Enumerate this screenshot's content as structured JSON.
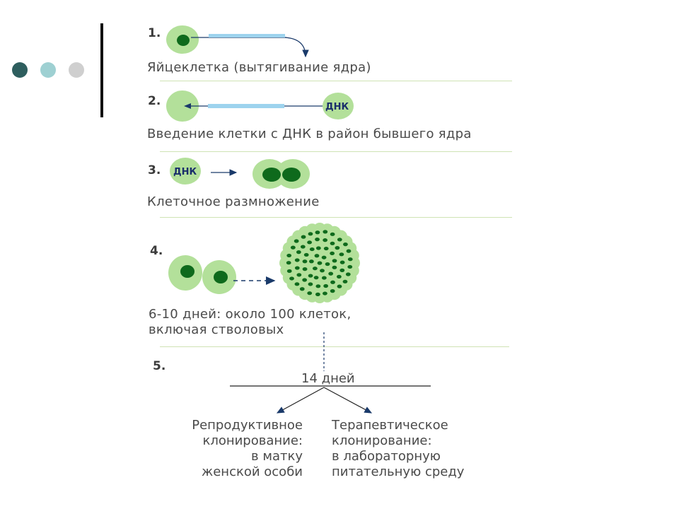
{
  "colors": {
    "dot1": "#2e5e5e",
    "dot2": "#9ed0d2",
    "dot3": "#cfcfcf",
    "cell_body": "#b3e09a",
    "cell_nucleus": "#0e6a1c",
    "pipette": "#9dd3ee",
    "separator": "#cfe3b4"
  },
  "steps": [
    {
      "num": "1.",
      "caption": "Яйцеклетка (вытягивание ядра)"
    },
    {
      "num": "2.",
      "caption": "Введение клетки с ДНК в район бывшего ядра",
      "cell_label": "ДНК"
    },
    {
      "num": "3.",
      "caption": "Клеточное размножение",
      "cell_label": "ДНК"
    },
    {
      "num": "4.",
      "caption_line1": "6-10 дней: около 100 клеток,",
      "caption_line2": "включая стволовых"
    },
    {
      "num": "5.",
      "timeline_label": "14 дней"
    }
  ],
  "outcomes": {
    "left": [
      "Репродуктивное",
      "клонирование:",
      "в матку",
      "женской особи"
    ],
    "right": [
      "Терапевтическое",
      "клонирование:",
      "в лабораторную",
      "питательную среду"
    ]
  }
}
